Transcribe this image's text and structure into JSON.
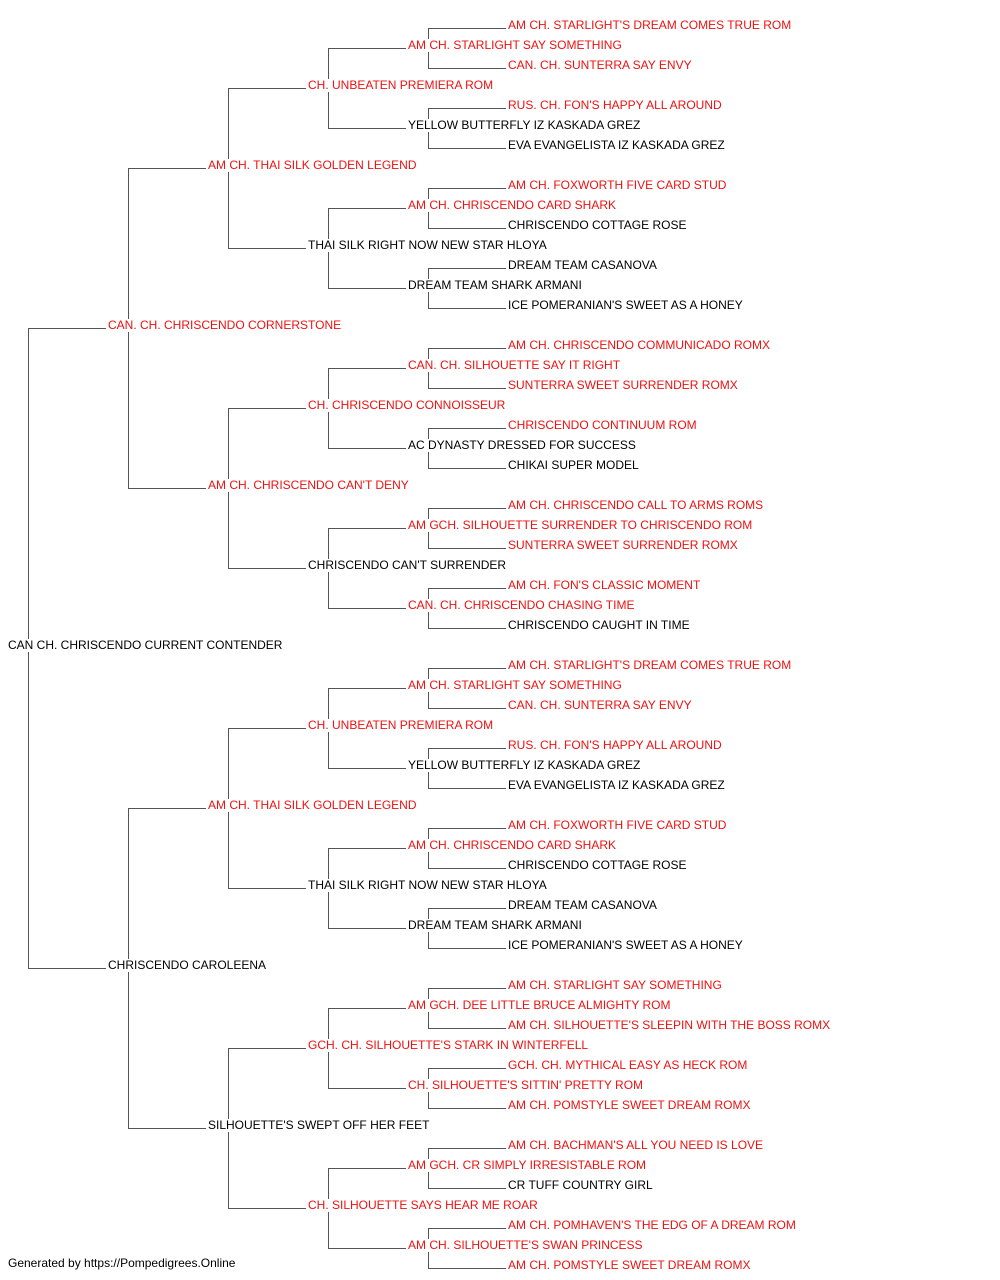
{
  "colors": {
    "champion": "#ee1111",
    "normal": "#000000",
    "line": "#555555"
  },
  "pedigree": {
    "name": "CAN CH. CHRISCENDO CURRENT CONTENDER",
    "champion": false,
    "sire": {
      "name": "CAN. CH. CHRISCENDO CORNERSTONE",
      "champion": true,
      "sire": {
        "name": "AM CH. THAI SILK GOLDEN LEGEND",
        "champion": true,
        "sire": {
          "name": "CH. UNBEATEN PREMIERA ROM",
          "champion": true,
          "sire": {
            "name": "AM CH. STARLIGHT SAY SOMETHING",
            "champion": true,
            "sire": {
              "name": "AM CH. STARLIGHT'S DREAM COMES TRUE ROM",
              "champion": true
            },
            "dam": {
              "name": "CAN. CH. SUNTERRA SAY ENVY",
              "champion": true
            }
          },
          "dam": {
            "name": "YELLOW BUTTERFLY IZ KASKADA GREZ",
            "champion": false,
            "sire": {
              "name": "RUS. CH. FON'S HAPPY ALL AROUND",
              "champion": true
            },
            "dam": {
              "name": "EVA EVANGELISTA IZ KASKADA GREZ",
              "champion": false
            }
          }
        },
        "dam": {
          "name": "THAI SILK RIGHT NOW NEW STAR HLOYA",
          "champion": false,
          "sire": {
            "name": "AM CH. CHRISCENDO CARD SHARK",
            "champion": true,
            "sire": {
              "name": "AM CH. FOXWORTH FIVE CARD STUD",
              "champion": true
            },
            "dam": {
              "name": "CHRISCENDO COTTAGE ROSE",
              "champion": false
            }
          },
          "dam": {
            "name": "DREAM TEAM SHARK ARMANI",
            "champion": false,
            "sire": {
              "name": "DREAM TEAM CASANOVA",
              "champion": false
            },
            "dam": {
              "name": "ICE POMERANIAN'S SWEET AS A HONEY",
              "champion": false
            }
          }
        }
      },
      "dam": {
        "name": "AM CH. CHRISCENDO CAN'T DENY",
        "champion": true,
        "sire": {
          "name": "CH. CHRISCENDO CONNOISSEUR",
          "champion": true,
          "sire": {
            "name": "CAN. CH. SILHOUETTE SAY IT RIGHT",
            "champion": true,
            "sire": {
              "name": "AM CH. CHRISCENDO COMMUNICADO ROMX",
              "champion": true
            },
            "dam": {
              "name": "SUNTERRA SWEET SURRENDER ROMX",
              "champion": true
            }
          },
          "dam": {
            "name": "AC DYNASTY DRESSED FOR SUCCESS",
            "champion": false,
            "sire": {
              "name": "CHRISCENDO CONTINUUM ROM",
              "champion": true
            },
            "dam": {
              "name": "CHIKAI SUPER MODEL",
              "champion": false
            }
          }
        },
        "dam": {
          "name": "CHRISCENDO CAN'T SURRENDER",
          "champion": false,
          "sire": {
            "name": "AM GCH. SILHOUETTE SURRENDER TO CHRISCENDO ROM",
            "champion": true,
            "sire": {
              "name": "AM CH. CHRISCENDO CALL TO ARMS ROMS",
              "champion": true
            },
            "dam": {
              "name": "SUNTERRA SWEET SURRENDER ROMX",
              "champion": true
            }
          },
          "dam": {
            "name": "CAN. CH. CHRISCENDO CHASING TIME",
            "champion": true,
            "sire": {
              "name": "AM CH. FON'S CLASSIC MOMENT",
              "champion": true
            },
            "dam": {
              "name": "CHRISCENDO CAUGHT IN TIME",
              "champion": false
            }
          }
        }
      }
    },
    "dam": {
      "name": "CHRISCENDO CAROLEENA",
      "champion": false,
      "sire": {
        "name": "AM CH. THAI SILK GOLDEN LEGEND",
        "champion": true,
        "sire": {
          "name": "CH. UNBEATEN PREMIERA ROM",
          "champion": true,
          "sire": {
            "name": "AM CH. STARLIGHT SAY SOMETHING",
            "champion": true,
            "sire": {
              "name": "AM CH. STARLIGHT'S DREAM COMES TRUE ROM",
              "champion": true
            },
            "dam": {
              "name": "CAN. CH. SUNTERRA SAY ENVY",
              "champion": true
            }
          },
          "dam": {
            "name": "YELLOW BUTTERFLY IZ KASKADA GREZ",
            "champion": false,
            "sire": {
              "name": "RUS. CH. FON'S HAPPY ALL AROUND",
              "champion": true
            },
            "dam": {
              "name": "EVA EVANGELISTA IZ KASKADA GREZ",
              "champion": false
            }
          }
        },
        "dam": {
          "name": "THAI SILK RIGHT NOW NEW STAR HLOYA",
          "champion": false,
          "sire": {
            "name": "AM CH. CHRISCENDO CARD SHARK",
            "champion": true,
            "sire": {
              "name": "AM CH. FOXWORTH FIVE CARD STUD",
              "champion": true
            },
            "dam": {
              "name": "CHRISCENDO COTTAGE ROSE",
              "champion": false
            }
          },
          "dam": {
            "name": "DREAM TEAM SHARK ARMANI",
            "champion": false,
            "sire": {
              "name": "DREAM TEAM CASANOVA",
              "champion": false
            },
            "dam": {
              "name": "ICE POMERANIAN'S SWEET AS A HONEY",
              "champion": false
            }
          }
        }
      },
      "dam": {
        "name": "SILHOUETTE'S SWEPT OFF HER FEET",
        "champion": false,
        "sire": {
          "name": "GCH. CH. SILHOUETTE'S STARK IN WINTERFELL",
          "champion": true,
          "sire": {
            "name": "AM GCH. DEE LITTLE BRUCE ALMIGHTY ROM",
            "champion": true,
            "sire": {
              "name": "AM CH. STARLIGHT SAY SOMETHING",
              "champion": true
            },
            "dam": {
              "name": "AM CH. SILHOUETTE'S SLEEPIN WITH THE BOSS ROMX",
              "champion": true
            }
          },
          "dam": {
            "name": "CH. SILHOUETTE'S SITTIN' PRETTY ROM",
            "champion": true,
            "sire": {
              "name": "GCH. CH. MYTHICAL EASY AS HECK ROM",
              "champion": true
            },
            "dam": {
              "name": "AM CH. POMSTYLE SWEET DREAM ROMX",
              "champion": true
            }
          }
        },
        "dam": {
          "name": "CH. SILHOUETTE SAYS HEAR ME ROAR",
          "champion": true,
          "sire": {
            "name": "AM GCH. CR SIMPLY IRRESISTABLE ROM",
            "champion": true,
            "sire": {
              "name": "AM CH. BACHMAN'S ALL YOU NEED IS LOVE",
              "champion": true
            },
            "dam": {
              "name": "CR TUFF COUNTRY GIRL",
              "champion": false
            }
          },
          "dam": {
            "name": "AM CH. SILHOUETTE'S SWAN PRINCESS",
            "champion": true,
            "sire": {
              "name": "AM CH. POMHAVEN'S THE EDG OF A DREAM ROM",
              "champion": true
            },
            "dam": {
              "name": "AM CH. POMSTYLE SWEET DREAM ROMX",
              "champion": true
            }
          }
        }
      }
    }
  },
  "footer": {
    "text": "Generated by https://Pompedigrees.Online"
  }
}
